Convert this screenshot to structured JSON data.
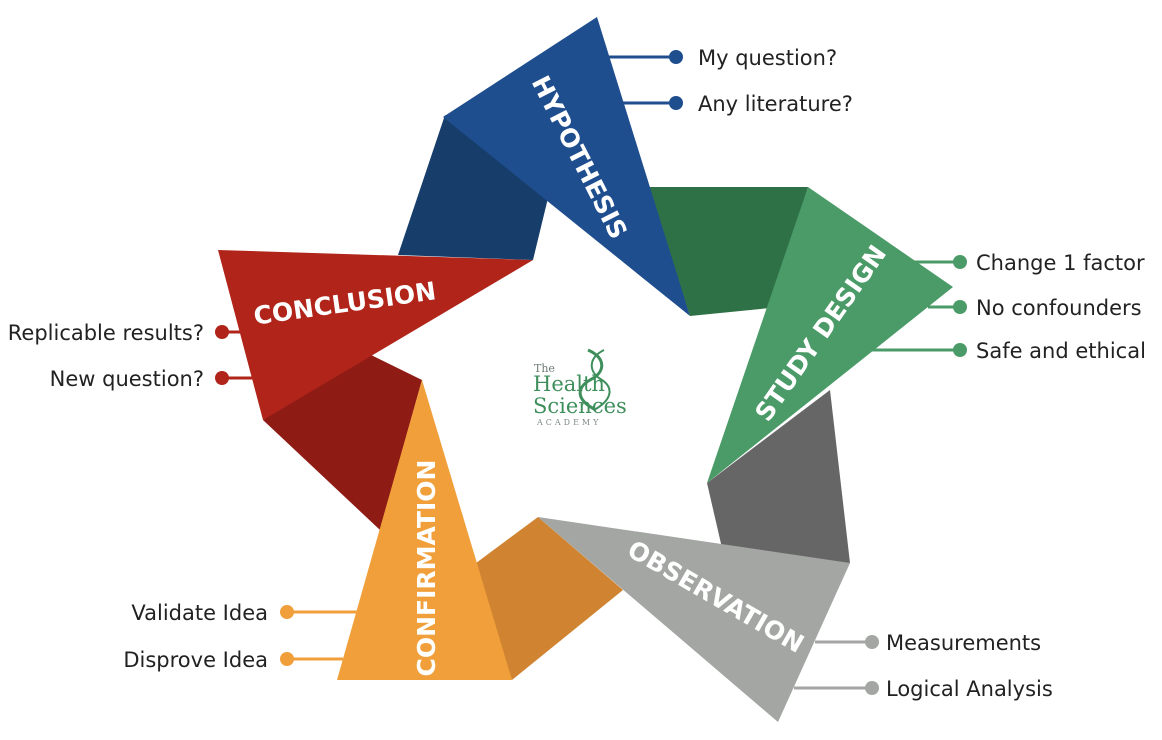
{
  "stages": {
    "hypothesis": {
      "label": "HYPOTHESIS",
      "color": "#1f4e8f",
      "shade": "#173d6b",
      "items": [
        "My question?",
        "Any literature?"
      ]
    },
    "study_design": {
      "label": "STUDY DESIGN",
      "color": "#4b9b68",
      "shade": "#2f7146",
      "items": [
        "Change 1 factor",
        "No confounders",
        "Safe and ethical"
      ]
    },
    "observation": {
      "label": "OBSERVATION",
      "color": "#a3a6a3",
      "shade": "#666666",
      "items": [
        "Measurements",
        "Logical Analysis"
      ]
    },
    "confirmation": {
      "label": "CONFIRMATION",
      "color": "#f19f3b",
      "shade": "#d08431",
      "items": [
        "Validate Idea",
        "Disprove Idea"
      ]
    },
    "conclusion": {
      "label": "CONCLUSION",
      "color": "#b0241a",
      "shade": "#8f1b15",
      "items": [
        "Replicable results?",
        "New question?"
      ]
    }
  },
  "logo": {
    "line1": "The",
    "line2": "Health",
    "line3": "Sciences",
    "line4": "ACADEMY",
    "color": "#3f8f5c"
  }
}
